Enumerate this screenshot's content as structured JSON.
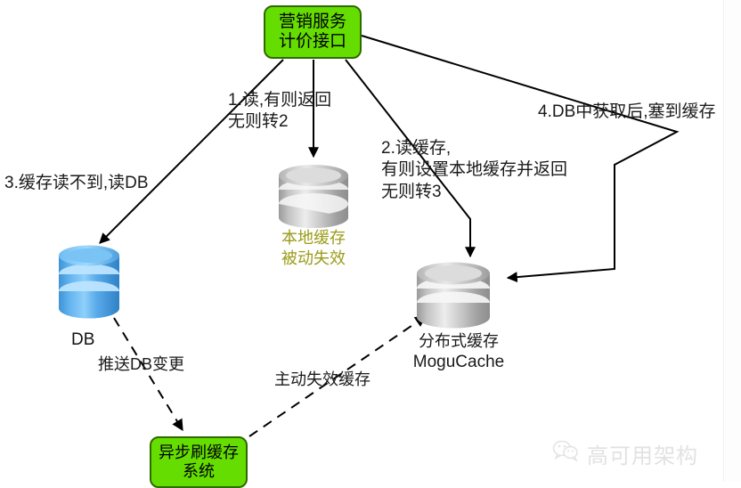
{
  "diagram": {
    "type": "cache-architecture-flow",
    "background": "#ffffff",
    "colors": {
      "process_fill": "#66dd00",
      "process_stroke": "#2d6b00",
      "db_cylinder": "#4aa3e0",
      "cache_cylinder": "#b8b8b8",
      "local_cache_label": "#9a9b18",
      "line": "#000000",
      "watermark": "#e2e2e2"
    },
    "nodes": {
      "service": {
        "line1": "营销服务",
        "line2": "计价接口",
        "shape": "rounded-rectangle",
        "fill": "#66dd00"
      },
      "async_flush": {
        "line1": "异步刷缓存",
        "line2": "系统",
        "shape": "rounded-rectangle",
        "fill": "#66dd00"
      },
      "local_cache": {
        "label_line1": "本地缓存",
        "label_line2": "被动失效",
        "shape": "cylinder",
        "fill": "#b8b8b8"
      },
      "mogu_cache": {
        "label_line1": "分布式缓存",
        "label_line2": "MoguCache",
        "shape": "cylinder",
        "fill": "#b8b8b8"
      },
      "db": {
        "label": "DB",
        "shape": "cylinder",
        "fill": "#4aa3e0"
      }
    },
    "edge_labels": {
      "step1": {
        "line1": "1.读,有则返回",
        "line2": "无则转2"
      },
      "step2": {
        "line1": "2.读缓存,",
        "line2": "有则设置本地缓存并返回",
        "line3": "无则转3"
      },
      "step3": {
        "line1": "3.缓存读不到,读DB"
      },
      "step4": {
        "line1": "4.DB中获取后,塞到缓存"
      },
      "push_db_change": {
        "line1": "推送DB变更"
      },
      "active_invalidate": {
        "line1": "主动失效缓存"
      }
    }
  },
  "watermark": {
    "text": "高可用架构",
    "icon": "wechat-icon"
  }
}
